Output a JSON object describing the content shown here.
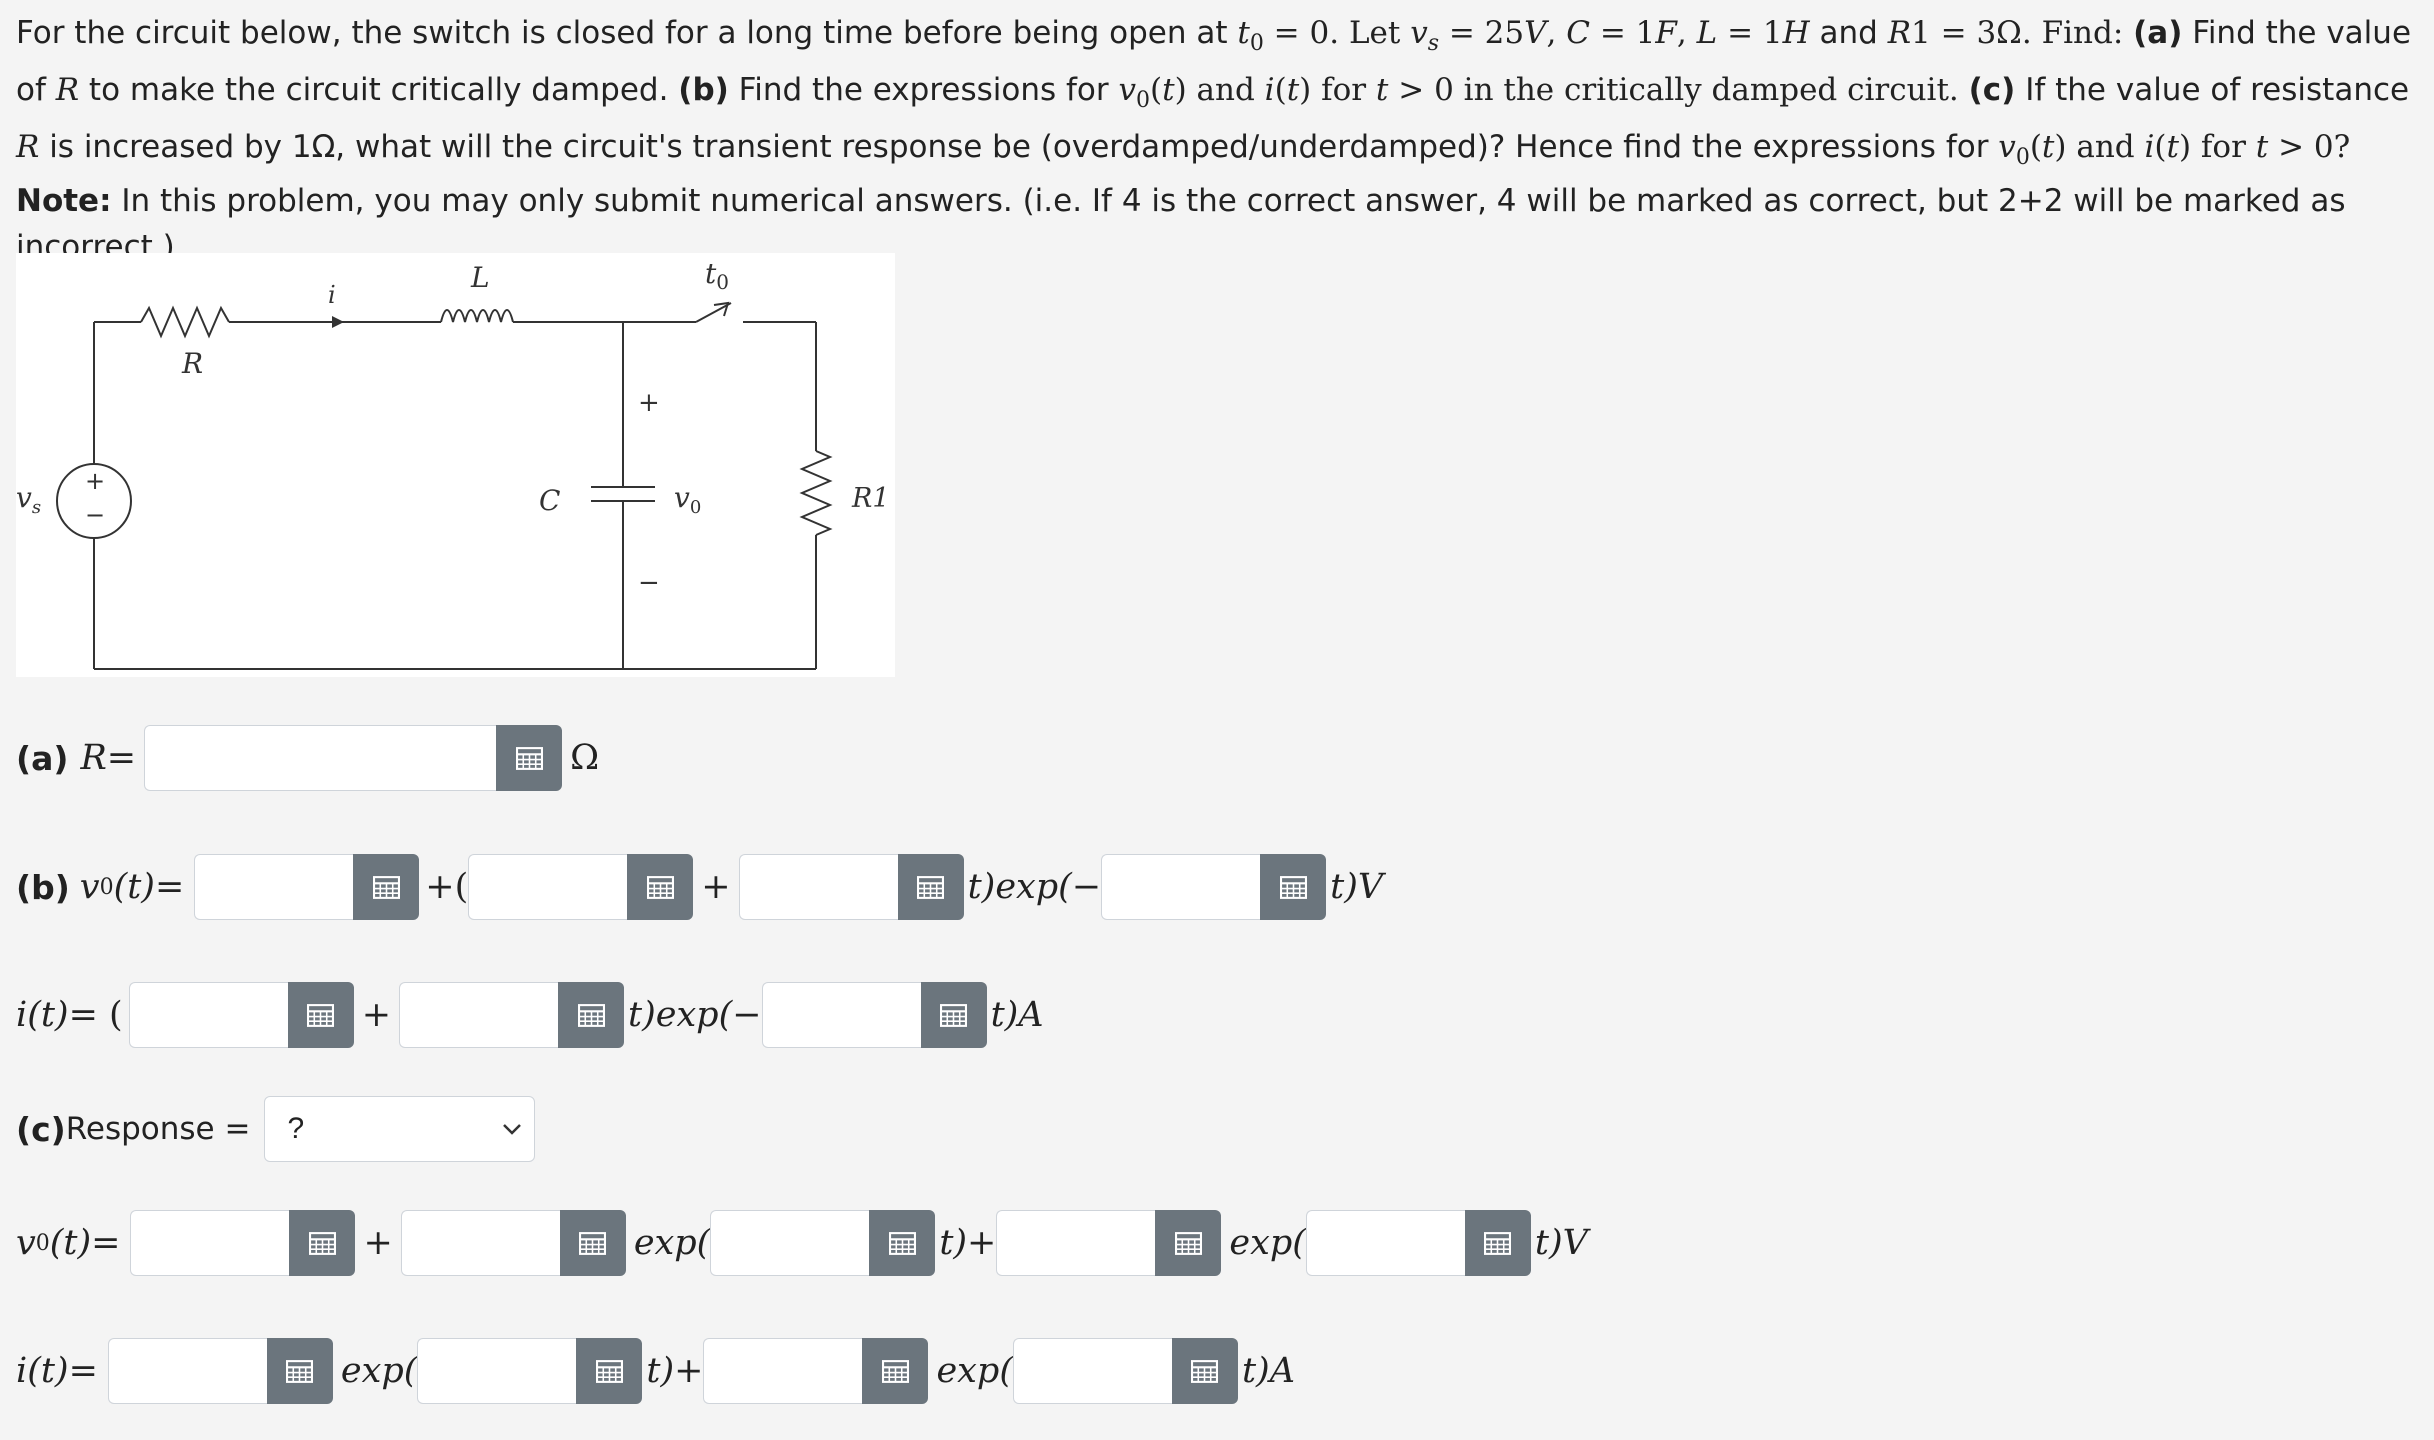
{
  "problem": {
    "s1": "For the circuit below, the switch is closed for a long time before being open at ",
    "t0": "t",
    "t0sub": "0",
    "s2": " = 0. Let ",
    "vs": "v",
    "vssub": "s",
    "s3": " = 25",
    "unitV": "V",
    "s4": ", ",
    "C": "C",
    "s5": " = 1",
    "unitF": "F",
    "s6": ", ",
    "L": "L",
    "s7": " = 1",
    "unitH": "H",
    "s8": " and ",
    "R1": "R",
    "s9": "1 = 3Ω. Find: ",
    "a": "(a)",
    "s10": " Find the value of ",
    "R": "R",
    "s11": " to make the circuit critically damped. ",
    "b": "(b)",
    "s12": " Find the expressions for ",
    "v0": "v",
    "v0sub": "0",
    "s13": "(",
    "t1": "t",
    "s14": ") and ",
    "i1": "i",
    "s15": "(",
    "t2": "t",
    "s16": ") for ",
    "t3": "t",
    "s17": " > 0 in the critically damped circuit. ",
    "c": "(c)",
    "s18": " If the value of resistance ",
    "R2": "R",
    "s19": " is increased by 1Ω, what will the circuit's transient response be (overdamped/underdamped)? Hence find the expressions for ",
    "v02": "v",
    "v02sub": "0",
    "s20": "(",
    "t4": "t",
    "s21": ") and ",
    "i2": "i",
    "s22": "(",
    "t5": "t",
    "s23": ") for ",
    "t6": "t",
    "s24": " > 0?"
  },
  "note": {
    "label": "Note:",
    "text": " In this problem, you may only submit numerical answers. (i.e. If 4 is the correct answer, 4 will be marked as correct, but 2+2 will be marked as incorrect.)"
  },
  "circuit": {
    "R": "R",
    "i": "i",
    "L": "L",
    "t0": "t",
    "t0sub": "0",
    "plus": "+",
    "minus": "−",
    "vs": "v",
    "vssub": "s",
    "C": "C",
    "v0": "v",
    "v0sub": "0",
    "R1": "R1",
    "src_plus": "+",
    "src_minus": "−"
  },
  "a_row": {
    "label": "(a)",
    "var": "R",
    "eq": " =",
    "unit": "Ω"
  },
  "b_row": {
    "label": "(b)",
    "lhs_v": "v",
    "lhs_sub": "0",
    "lhs_t": "(t)",
    "eq": " =",
    "plus_paren": "+(",
    "plus": "+",
    "texp": "t)exp(−",
    "tV": "t)V"
  },
  "i_row": {
    "lhs": "i(t)",
    "eq": " = (",
    "plus": "+",
    "texp": "t)exp(−",
    "tA": "t)A"
  },
  "c_row": {
    "label": "(c)",
    "text": " Response =",
    "selected": "?"
  },
  "v2_row": {
    "lhs_v": "v",
    "lhs_sub": "0",
    "lhs_t": "(t)",
    "eq": " =",
    "plus": "+",
    "exp1": "exp(",
    "tplus": "t)+",
    "exp2": "exp(",
    "tV": "t)V"
  },
  "i2_row": {
    "lhs": "i(t)",
    "eq": " =",
    "exp1": "exp(",
    "tplus": "t)+",
    "exp2": "exp(",
    "tA": "t)A"
  },
  "colors": {
    "page_bg": "#f4f4f4",
    "button_bg": "#6b757d",
    "input_border": "#cfd4da"
  },
  "icons": {
    "matrix": "grid-matrix-icon",
    "dropdown": "chevron-down-icon"
  }
}
